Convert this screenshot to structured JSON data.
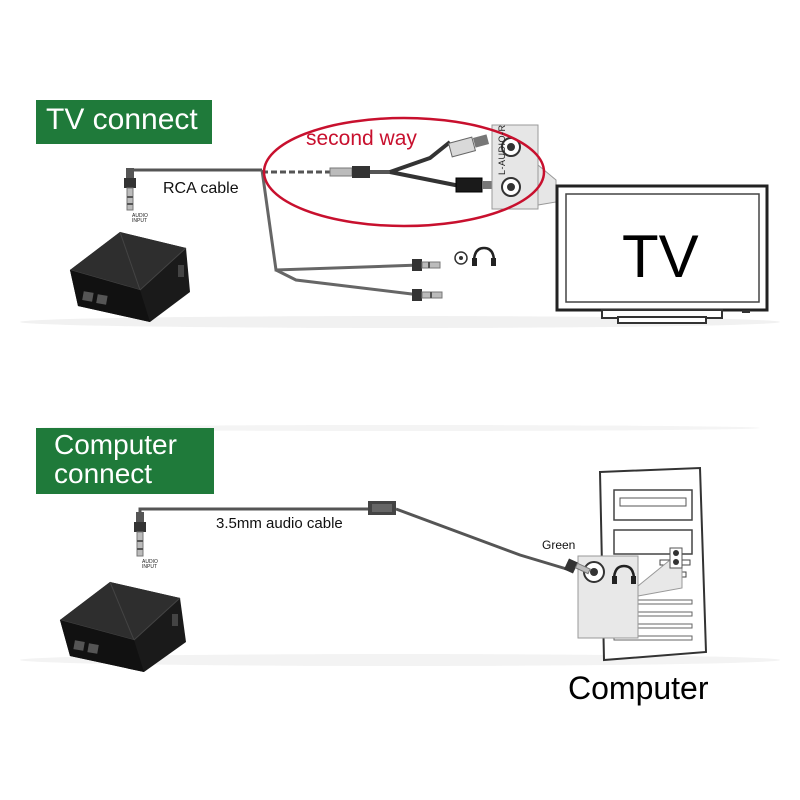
{
  "tv_section": {
    "heading": "TV connect",
    "cable_label": "RCA cable",
    "second_way_label": "second way",
    "rca_port_label": "L-AUDIO-R",
    "tv_screen_text": "TV",
    "jack_label_line1": "AUDIO",
    "jack_label_line2": "INPUT"
  },
  "computer_section": {
    "heading_line1": "Computer",
    "heading_line2": "connect",
    "cable_label": "3.5mm audio cable",
    "port_color_label": "Green",
    "computer_caption": "Computer",
    "jack_label_line1": "AUDIO",
    "jack_label_line2": "INPUT"
  },
  "colors": {
    "heading_bg": "#1f7a3a",
    "highlight_ellipse": "#c8102e",
    "device_body": "#1a1a1a"
  }
}
